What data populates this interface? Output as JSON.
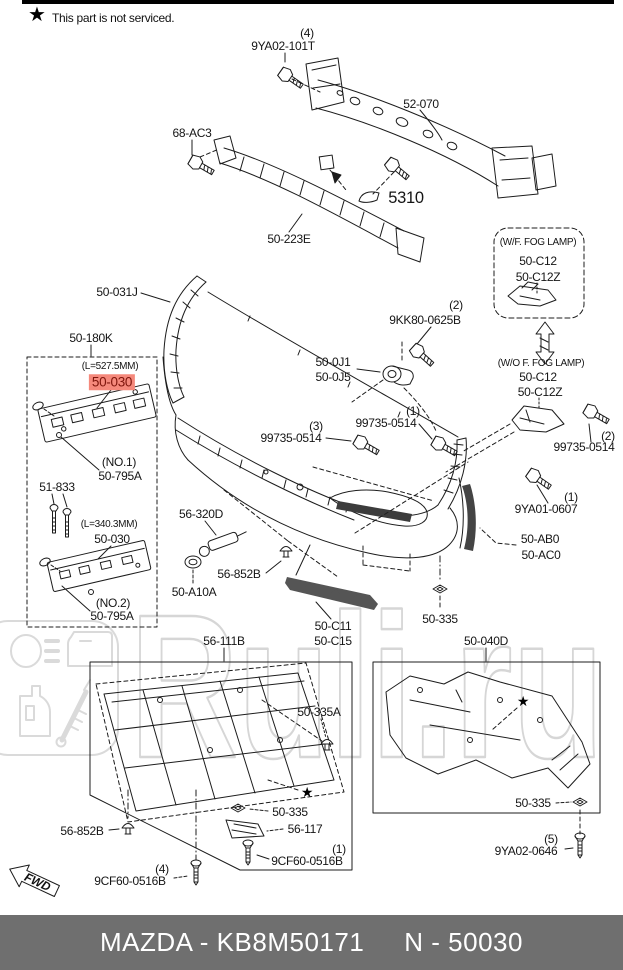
{
  "note": {
    "star": "★",
    "text": "This part is not serviced."
  },
  "watermark": {
    "text": "Ruli.ru"
  },
  "fwd": {
    "text": "FWD"
  },
  "footer": {
    "left": "MAZDA - KB8M50171",
    "right": "N - 50030"
  },
  "colors": {
    "highlight_bg": "#f5897c",
    "highlight_text": "#7e150c",
    "footer_bg": "#6f6f6f",
    "line": "#1c1c1c",
    "watermark": "#d9d9d9"
  },
  "labels": {
    "qty_9ya02_101t": "(4)",
    "p_9ya02_101t": "9YA02-101T",
    "p_52_070": "52-070",
    "p_68_ac3": "68-AC3",
    "sec_5310": "5310",
    "p_50_223e": "50-223E",
    "cond_wf_fog": "(W/F. FOG LAMP)",
    "p_50_c12_a": "50-C12",
    "p_50_c12z_a": "50-C12Z",
    "qty_9kk80": "(2)",
    "p_9kk80_0625b": "9KK80-0625B",
    "p_50_031j": "50-031J",
    "p_50_180k": "50-180K",
    "len_no1": "(L=527.5MM)",
    "p_50_030_no1": "50-030",
    "note_no1": "(NO.1)",
    "p_50_795a_no1": "50-795A",
    "p_51_833": "51-833",
    "len_no2": "(L=340.3MM)",
    "p_50_030_no2": "50-030",
    "note_no2": "(NO.2)",
    "p_50_795a_no2": "50-795A",
    "p_50_0j1": "50-0J1",
    "p_50_0j5": "50-0J5",
    "qty_99735_3": "(3)",
    "p_99735_0514_a": "99735-0514",
    "qty_99735_1": "(1)",
    "p_99735_0514_b": "99735-0514",
    "cond_wo_fog": "(W/O F. FOG LAMP)",
    "p_50_c12_b": "50-C12",
    "p_50_c12z_b": "50-C12Z",
    "qty_99735_2": "(2)",
    "p_99735_0514_c": "99735-0514",
    "qty_9ya01": "(1)",
    "p_9ya01_0607": "9YA01-0607",
    "p_50_ab0": "50-AB0",
    "p_50_ac0": "50-AC0",
    "p_56_320d": "56-320D",
    "p_56_852b_a": "56-852B",
    "p_50_a10a": "50-A10A",
    "p_50_c11": "50-C11",
    "p_50_c15": "50-C15",
    "p_50_335_mid": "50-335",
    "p_56_111b": "56-111B",
    "p_50_040d": "50-040D",
    "p_50_335a": "50-335A",
    "star_left_box": "★",
    "p_50_335_left": "50-335",
    "p_56_117": "56-117",
    "qty_9cf60_1": "(1)",
    "p_9cf60_0516b_a": "9CF60-0516B",
    "p_56_852b_b": "56-852B",
    "qty_9cf60_4": "(4)",
    "p_9cf60_0516b_b": "9CF60-0516B",
    "star_right_box": "★",
    "p_50_335_right": "50-335",
    "qty_9ya02_0646": "(5)",
    "p_9ya02_0646": "9YA02-0646"
  }
}
